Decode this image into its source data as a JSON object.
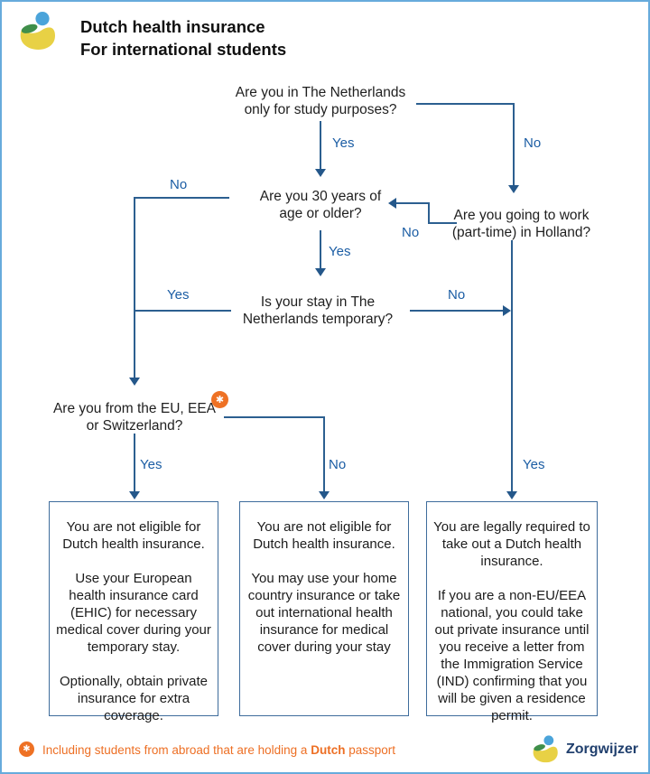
{
  "header": {
    "title_line1": "Dutch health insurance",
    "title_line2": "For international students"
  },
  "flow": {
    "questions": {
      "study": "Are you in The Netherlands\nonly for study purposes?",
      "age": "Are you 30 years of\nage or older?",
      "work": "Are you going to work\n(part-time) in Holland?",
      "temporary": "Is your stay in The\nNetherlands temporary?",
      "origin": "Are you from the EU, EEA\nor Switzerland?"
    },
    "labels": {
      "yes": "Yes",
      "no": "No"
    },
    "asterisk_symbol": "✱"
  },
  "outcomes": [
    {
      "text": "You are not eligible for Dutch health insurance.\n\nUse your European health insurance card (EHIC) for necessary medical cover during your temporary stay.\n\nOptionally, obtain private insurance for extra coverage."
    },
    {
      "text": "You are not eligible for Dutch health insurance.\n\nYou may use your home country insurance or take out international health insurance for medical cover during your stay"
    },
    {
      "text": "You are legally required to take out a Dutch health insurance.\n\nIf you are a non-EU/EEA national, you could take out private insurance until you receive a letter from the Immigration Service (IND) confirming that you will be given a residence permit."
    }
  ],
  "footnote": {
    "symbol": "✱",
    "prefix": "Including students from abroad that are holding a ",
    "bold_word": "Dutch",
    "suffix": " passport"
  },
  "brand": {
    "name": "Zorgwijzer"
  },
  "colors": {
    "border_blue": "#67abdc",
    "line_blue": "#2c5f90",
    "label_blue": "#1b5da4",
    "accent_orange": "#ee7124",
    "logo_yellow": "#e8d145",
    "logo_blue": "#4ba4da",
    "logo_green": "#3f8f4a",
    "brand_navy": "#21406e"
  }
}
